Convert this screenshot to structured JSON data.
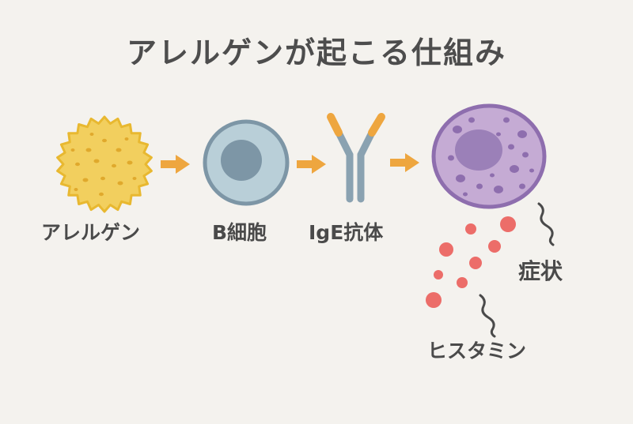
{
  "title": "アレルゲンが起こる仕組み",
  "labels": {
    "allergen": "アレルゲン",
    "b_cell": "B細胞",
    "ige_antibody": "IgE抗体",
    "symptom": "症状",
    "histamine": "ヒスタミン"
  },
  "colors": {
    "background": "#f4f2ee",
    "allergen_fill": "#f2cf5e",
    "allergen_edge": "#e8b830",
    "arrow": "#eea63f",
    "b_cell_outer": "#b9cfd8",
    "b_cell_ring": "#7d96a6",
    "b_cell_nucleus": "#7d96a6",
    "antibody_stem": "#8aa2b1",
    "antibody_tips": "#eea63f",
    "mast_cell_fill": "#c5abd4",
    "mast_cell_edge": "#8e6eae",
    "mast_cell_nucleus": "#9b80b8",
    "histamine_dot": "#ec6d69",
    "text": "#4a4a4a"
  }
}
